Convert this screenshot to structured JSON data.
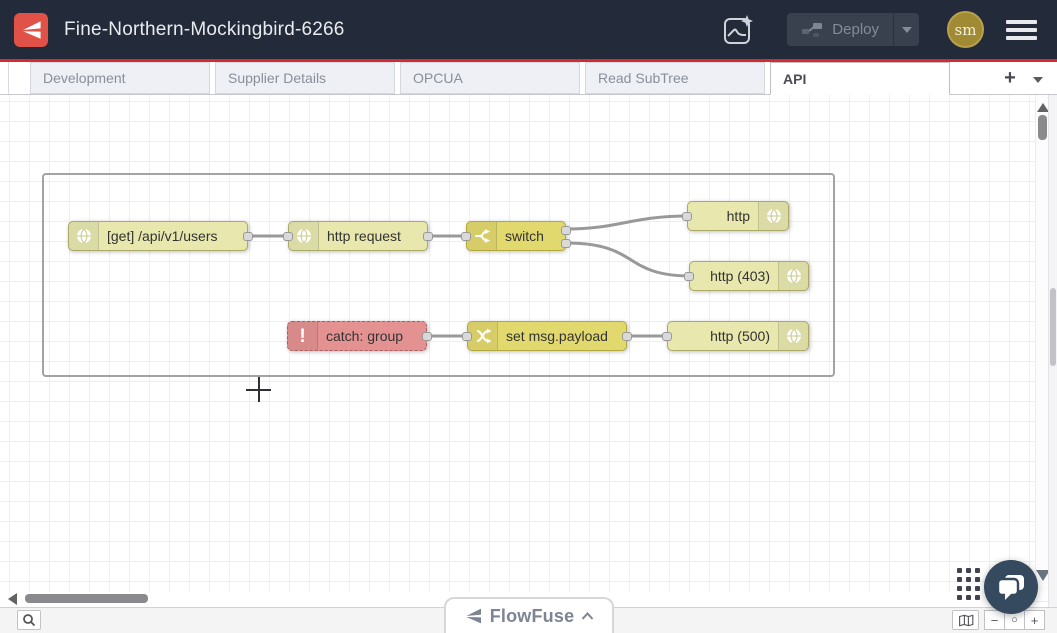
{
  "app": {
    "title": "Fine-Northern-Mockingbird-6266"
  },
  "header": {
    "deploy_label": "Deploy",
    "avatar_initials": "sm",
    "icons": [
      "ai-flow-sparkle-icon",
      "deploy-nodes-icon",
      "hamburger-menu-icon"
    ]
  },
  "tabs": {
    "items": [
      {
        "label": "Development",
        "active": false
      },
      {
        "label": "Supplier Details",
        "active": false
      },
      {
        "label": "OPCUA",
        "active": false
      },
      {
        "label": "Read SubTree",
        "active": false
      },
      {
        "label": "API",
        "active": true
      }
    ],
    "add_button": "+"
  },
  "flow": {
    "nodes": [
      {
        "label": "[get] /api/v1/users",
        "type": "http in",
        "icon": "globe-icon"
      },
      {
        "label": "http request",
        "type": "http request",
        "icon": "globe-icon"
      },
      {
        "label": "switch",
        "type": "switch",
        "icon": "fork-icon"
      },
      {
        "label": "http",
        "type": "http response",
        "icon": "globe-icon"
      },
      {
        "label": "http (403)",
        "type": "http response",
        "icon": "globe-icon"
      },
      {
        "label": "catch: group",
        "type": "catch",
        "icon": "exclamation-icon",
        "exclamation": "!"
      },
      {
        "label": "set msg.payload",
        "type": "change",
        "icon": "shuffle-icon"
      },
      {
        "label": "http (500)",
        "type": "http response",
        "icon": "globe-icon"
      }
    ]
  },
  "controls": {
    "zoom_out": "−",
    "zoom_reset": "○",
    "zoom_in": "+"
  },
  "brand": {
    "name": "FlowFuse"
  },
  "colors": {
    "header_bg": "#232a39",
    "accent_red": "#d42b30",
    "logo_red": "#e05148",
    "node_khaki": "#e7e7ae",
    "node_yellow": "#e2d96e",
    "node_red": "#e49191",
    "avatar_gold": "#a08a33",
    "chat_bubble_bg": "#35495f",
    "wire_gray": "#999999"
  }
}
